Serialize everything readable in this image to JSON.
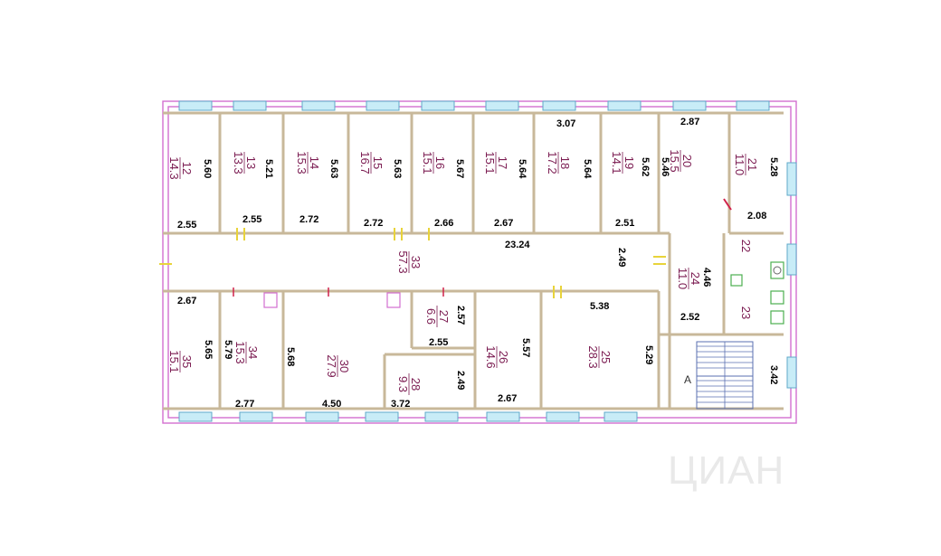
{
  "watermark": "ЦИАН",
  "stair_label": "А",
  "rooms": [
    {
      "num": "12",
      "area": "14.3"
    },
    {
      "num": "13",
      "area": "13.3"
    },
    {
      "num": "14",
      "area": "15.3"
    },
    {
      "num": "15",
      "area": "16.7"
    },
    {
      "num": "16",
      "area": "15.1"
    },
    {
      "num": "17",
      "area": "15.1"
    },
    {
      "num": "18",
      "area": "17.2"
    },
    {
      "num": "19",
      "area": "14.1"
    },
    {
      "num": "20",
      "area": "15.5"
    },
    {
      "num": "21",
      "area": "11.0"
    },
    {
      "num": "22",
      "area": ""
    },
    {
      "num": "23",
      "area": ""
    },
    {
      "num": "24",
      "area": "11.0"
    },
    {
      "num": "33",
      "area": "57.3"
    },
    {
      "num": "35",
      "area": "15.1"
    },
    {
      "num": "34",
      "area": "15.3"
    },
    {
      "num": "30",
      "area": "27.9"
    },
    {
      "num": "27",
      "area": "6.6"
    },
    {
      "num": "28",
      "area": "9.3"
    },
    {
      "num": "26",
      "area": "14.6"
    },
    {
      "num": "25",
      "area": "28.3"
    }
  ],
  "dimensions": [
    "3.07",
    "2.87",
    "5.60",
    "5.21",
    "5.63",
    "5.63",
    "5.67",
    "5.64",
    "5.64",
    "5.62",
    "5.46",
    "5.28",
    "2.55",
    "2.55",
    "2.72",
    "2.72",
    "2.66",
    "2.67",
    "2.51",
    "2.08",
    "23.24",
    "2.49",
    "4.46",
    "2.52",
    "2.67",
    "5.38",
    "2.57",
    "2.55",
    "5.65",
    "5.79",
    "5.68",
    "5.57",
    "5.29",
    "2.49",
    "3.42",
    "2.77",
    "4.50",
    "3.72",
    "2.67"
  ]
}
